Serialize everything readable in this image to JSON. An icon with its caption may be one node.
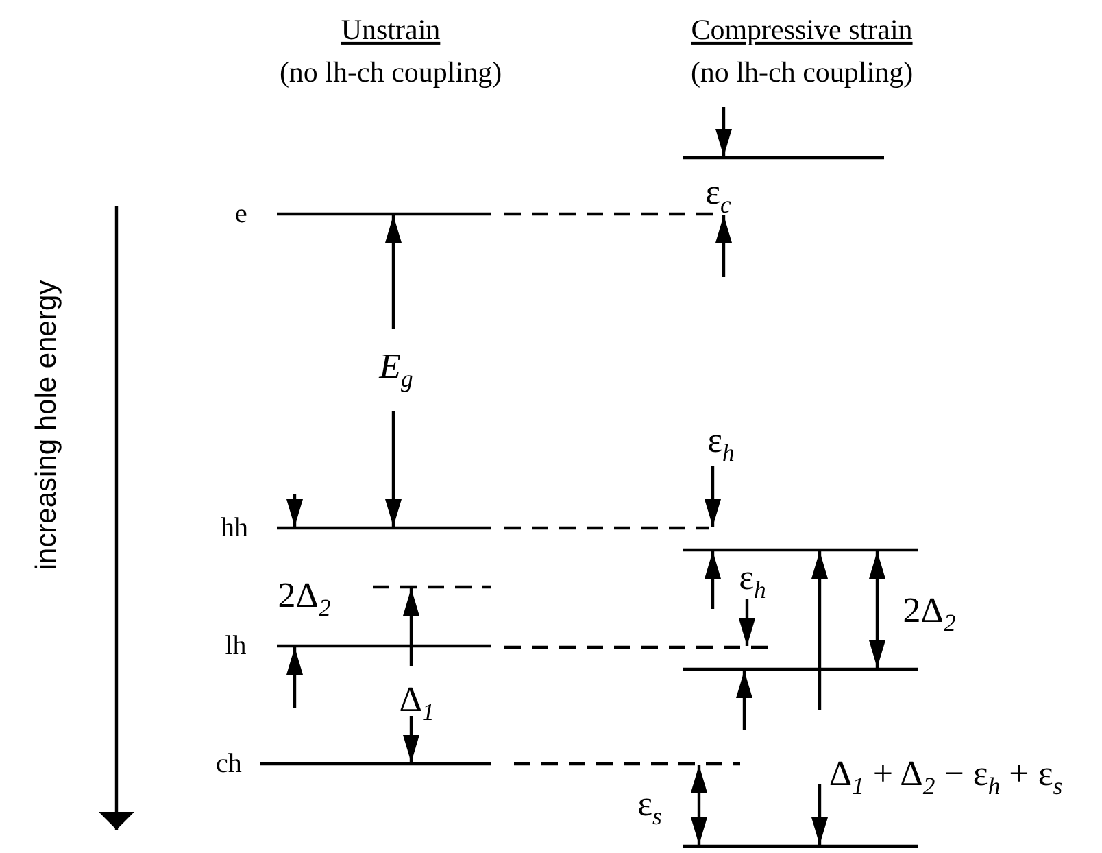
{
  "diagram": {
    "labels": [
      "Unstrain",
      "Compressive strain",
      "(no lh-ch coupling)",
      "(no lh-ch coupling)",
      "increasing hole energy",
      "e",
      "ε$_{c}$",
      "E$_{g}$",
      "ε$_{h}$",
      "hh",
      "2Δ$_{2}$",
      "ε$_{h}$",
      "2Δ$_{2}$",
      "lh",
      "Δ$_{1}$",
      "ch",
      "Δ$_{1}$ + Δ$_{2}$ − ε$_{h}$ + ε$_{s}$",
      "ε$_{s}$"
    ]
  }
}
